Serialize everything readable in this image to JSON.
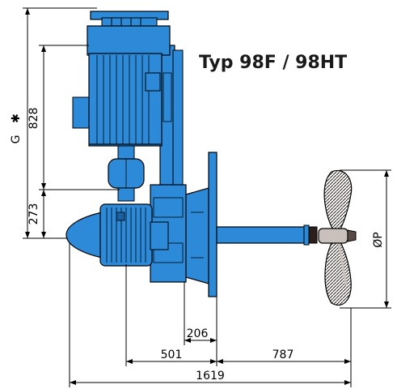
{
  "title": "Typ 98F / 98HT",
  "dimensions": {
    "overall_height": "G",
    "overall_height_marker": "✱",
    "motor_height": "828",
    "lower_height": "273",
    "flange_offset": "206",
    "gear_length": "501",
    "shaft_length": "787",
    "total_length": "1619",
    "propeller_diameter": "ØP"
  },
  "colors": {
    "machine_blue": "#2d8ad8",
    "outline": "#000000",
    "propeller_dark": "#5a4a44",
    "propeller_light": "#c9c0bb"
  }
}
